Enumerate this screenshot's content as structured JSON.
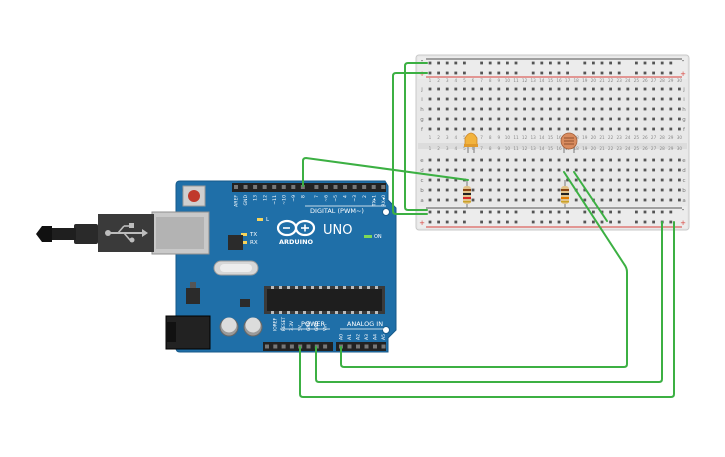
{
  "arduino": {
    "logo": "ARDUINO",
    "model": "UNO",
    "digital_label": "DIGITAL (PWM~)",
    "power_label": "POWER",
    "analog_label": "ANALOG IN",
    "on_label": "ON",
    "tx_label": "TX",
    "rx_label": "RX",
    "l_label": "L",
    "digital_pins": [
      "AREF",
      "GND",
      "13",
      "12",
      "~11",
      "~10",
      "~9",
      "8",
      "7",
      "~6",
      "~5",
      "4",
      "~3",
      "2",
      "TX▸1",
      "RX◂0"
    ],
    "power_pins": [
      "IOREF",
      "RESET",
      "3.3V",
      "5V",
      "GND",
      "GND",
      "Vin"
    ],
    "analog_pins": [
      "A0",
      "A1",
      "A2",
      "A3",
      "A4",
      "A5"
    ]
  },
  "breadboard": {
    "top_rail_labels": [
      "-",
      "+"
    ],
    "bottom_rail_labels": [
      "-",
      "+"
    ],
    "row_letters_top": [
      "j",
      "i",
      "h",
      "g",
      "f"
    ],
    "row_letters_bottom": [
      "e",
      "d",
      "c",
      "b",
      "a"
    ],
    "column_count": 30
  },
  "colors": {
    "wire": "#3cb043",
    "board": "#1f6fa8",
    "board_dark": "#175a8a",
    "breadboard": "#e8e8e8",
    "rail_red": "#d8413a",
    "rail_dark": "#555555",
    "led": "#f2b33d",
    "ldr": "#d98c5f"
  }
}
